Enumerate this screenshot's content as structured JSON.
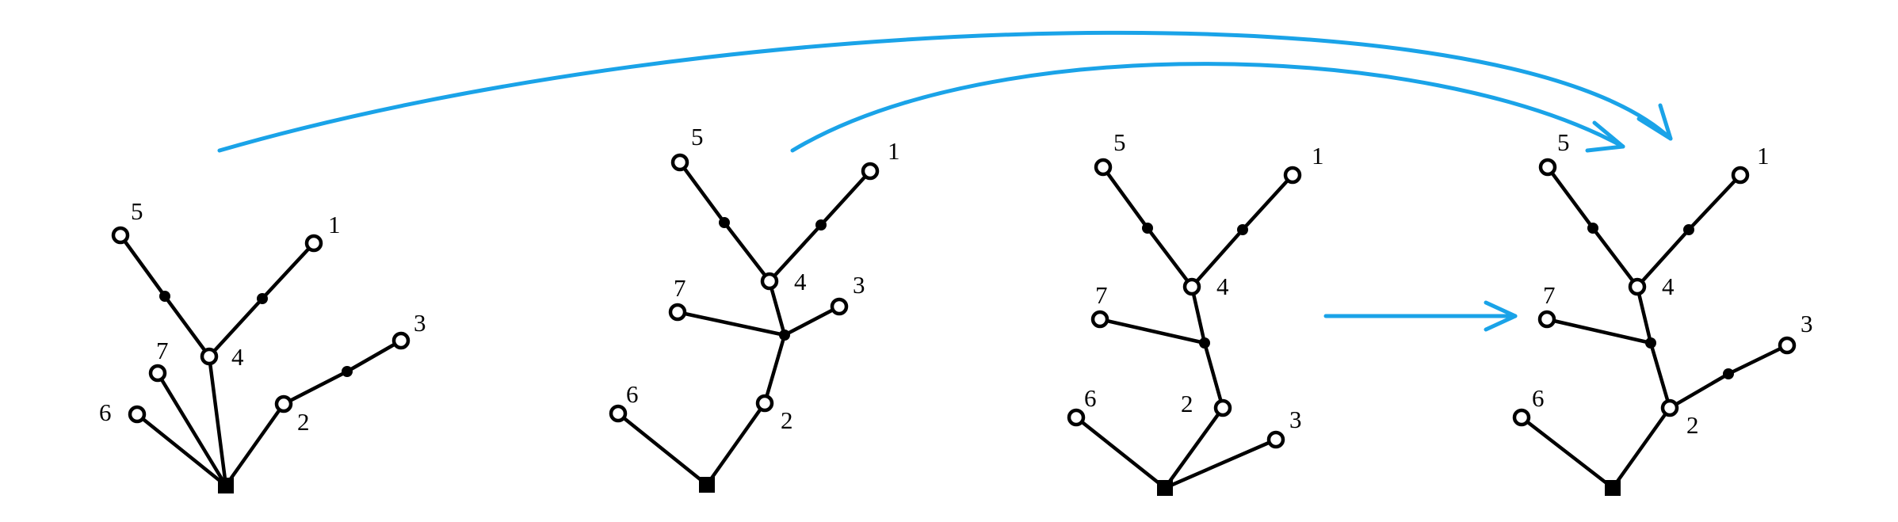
{
  "diagram": {
    "colors": {
      "arrow": "#1aa3e8",
      "ink": "#000000",
      "background": "#ffffff"
    },
    "trees": [
      {
        "id": "tree-1",
        "labels": {
          "n5": "5",
          "n1": "1",
          "n7": "7",
          "n4": "4",
          "n3": "3",
          "n6": "6",
          "n2": "2"
        }
      },
      {
        "id": "tree-2",
        "labels": {
          "n5": "5",
          "n1": "1",
          "n4": "4",
          "n3": "3",
          "n7": "7",
          "n6": "6",
          "n2": "2"
        }
      },
      {
        "id": "tree-3",
        "labels": {
          "n5": "5",
          "n1": "1",
          "n4": "4",
          "n7": "7",
          "n6": "6",
          "n2": "2",
          "n3": "3"
        }
      },
      {
        "id": "tree-4",
        "labels": {
          "n5": "5",
          "n1": "1",
          "n7": "7",
          "n4": "4",
          "n3": "3",
          "n6": "6",
          "n2": "2"
        }
      }
    ],
    "arrows": [
      {
        "id": "arrow-tree1-to-tree4",
        "from": "tree-1",
        "to": "tree-4"
      },
      {
        "id": "arrow-tree2-to-tree4",
        "from": "tree-2",
        "to": "tree-4"
      },
      {
        "id": "arrow-tree3-to-tree4",
        "from": "tree-3",
        "to": "tree-4"
      }
    ]
  }
}
